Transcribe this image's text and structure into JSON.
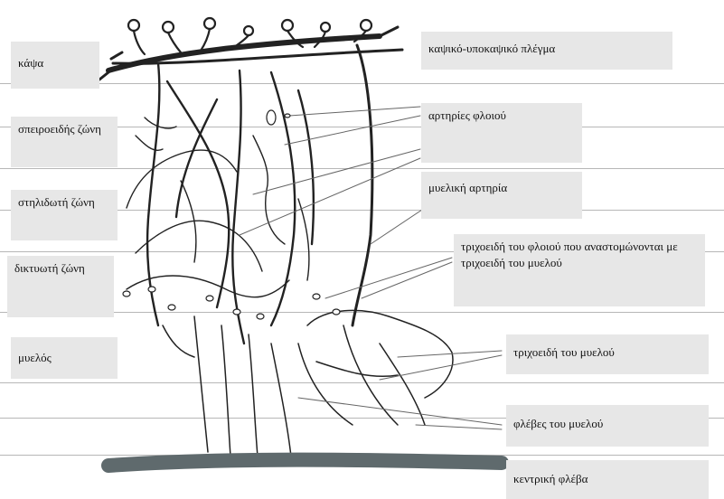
{
  "diagram": {
    "title": "",
    "colors": {
      "ink": "#222222",
      "vein": "#5f6a6d",
      "box": "#e7e7e7",
      "rule": "#b7b7b7"
    },
    "left_labels": {
      "capsule": "κάψα",
      "zona_glomerulosa": "σπειροειδής ζώνη",
      "zona_fasciculata": "στηλιδωτή ζώνη",
      "zona_reticularis": "δικτυωτή ζώνη",
      "medulla": "μυελός"
    },
    "right_labels": {
      "capsular_plexus": "καψικό-υποκαψικό πλέγμα",
      "cortical_arteries": "αρτηρίες φλοιού",
      "medullary_artery": "μυελική αρτηρία",
      "anastomosing_capillaries": "τριχοειδή του φλοιού που αναστομώνονται με τριχοειδή του μυελού",
      "medullary_capillaries": "τριχοειδή του μυελού",
      "medullary_veins": "φλέβες του μυελού",
      "central_vein": "κεντρική φλέβα"
    }
  }
}
